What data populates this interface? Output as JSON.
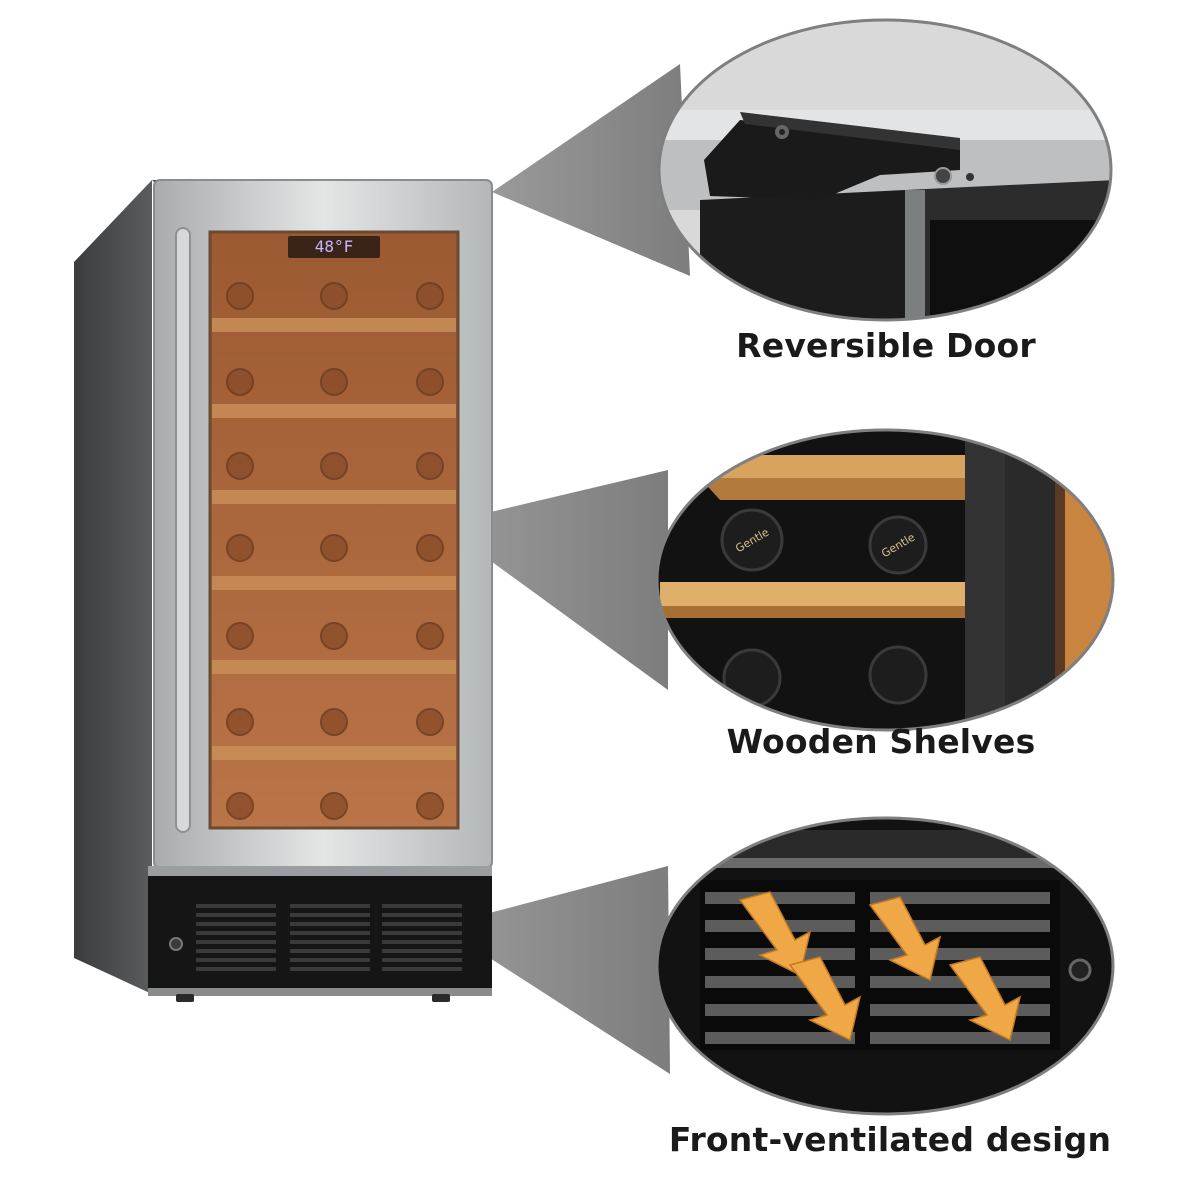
{
  "product": {
    "display_temperature": "48°F"
  },
  "features": [
    {
      "caption": "Reversible Door",
      "icon": "door-hinge-closeup"
    },
    {
      "caption": "Wooden Shelves",
      "icon": "wooden-shelf-closeup"
    },
    {
      "caption": "Front-ventilated design",
      "icon": "front-vent-closeup"
    }
  ],
  "colors": {
    "glass_tint": "#b06a3c",
    "shelf_wood": "#d9a66a",
    "steel": "#c9cbcc",
    "callout_grey": "#8f8f8f",
    "airflow_arrow": "#f0a846"
  }
}
